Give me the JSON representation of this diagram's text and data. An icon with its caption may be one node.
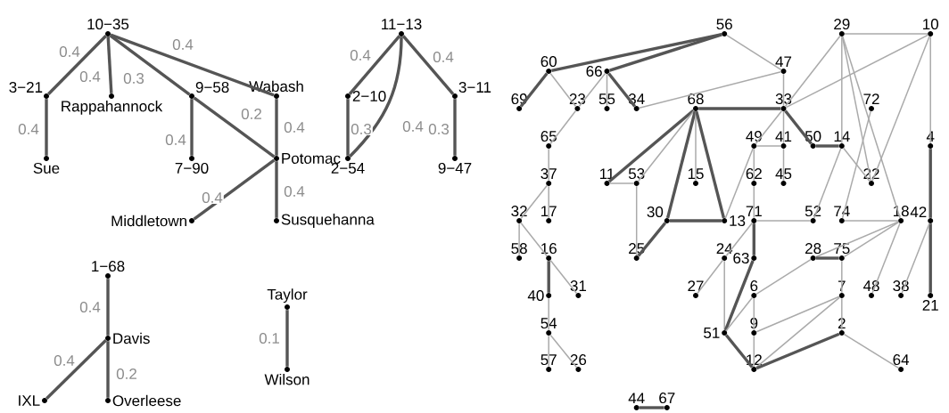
{
  "diagram": {
    "nodes": [
      {
        "text": [
          "10−35"
        ]
      },
      {
        "text": [
          "11−13"
        ]
      },
      {
        "text": [
          "3−21"
        ]
      },
      {
        "text": [
          "Rappahannock"
        ]
      },
      {
        "text": [
          "9−58"
        ]
      },
      {
        "text": [
          "Wabash"
        ]
      },
      {
        "text": [
          "2−10"
        ]
      },
      {
        "text": [
          "3−11"
        ]
      },
      {
        "text": [
          "Sue"
        ]
      },
      {
        "text": [
          "7−90"
        ]
      },
      {
        "text": [
          "Potomac"
        ]
      },
      {
        "text": [
          "2−54"
        ]
      },
      {
        "text": [
          "9−47"
        ]
      },
      {
        "text": [
          "Middletown"
        ]
      },
      {
        "text": [
          "Susquehanna"
        ]
      },
      {
        "text": [
          "1−68"
        ]
      },
      {
        "text": [
          "Taylor"
        ]
      },
      {
        "text": [
          "Davis"
        ]
      },
      {
        "text": [
          "Wilson"
        ]
      },
      {
        "text": [
          "IXL"
        ]
      },
      {
        "text": [
          "Overleese"
        ]
      },
      {
        "text": [
          "56"
        ]
      },
      {
        "text": [
          "29"
        ]
      },
      {
        "text": [
          "10"
        ]
      },
      {
        "text": [
          "60"
        ]
      },
      {
        "text": [
          "66"
        ]
      },
      {
        "text": [
          "47"
        ]
      },
      {
        "text": [
          "69"
        ]
      },
      {
        "text": [
          "23"
        ]
      },
      {
        "text": [
          "55"
        ]
      },
      {
        "text": [
          "34"
        ]
      },
      {
        "text": [
          "68"
        ]
      },
      {
        "text": [
          "33"
        ]
      },
      {
        "text": [
          "72"
        ]
      },
      {
        "text": [
          "65"
        ]
      },
      {
        "text": [
          "49"
        ]
      },
      {
        "text": [
          "41"
        ]
      },
      {
        "text": [
          "50"
        ]
      },
      {
        "text": [
          "14"
        ]
      },
      {
        "text": [
          "4"
        ]
      },
      {
        "text": [
          "37"
        ]
      },
      {
        "text": [
          "11"
        ]
      },
      {
        "text": [
          "53"
        ]
      },
      {
        "text": [
          "15"
        ]
      },
      {
        "text": [
          "62"
        ]
      },
      {
        "text": [
          "45"
        ]
      },
      {
        "text": [
          "22"
        ]
      },
      {
        "text": [
          "32"
        ]
      },
      {
        "text": [
          "17"
        ]
      },
      {
        "text": [
          "30"
        ]
      },
      {
        "text": [
          "13"
        ]
      },
      {
        "text": [
          "71"
        ]
      },
      {
        "text": [
          "52"
        ]
      },
      {
        "text": [
          "74"
        ]
      },
      {
        "text": [
          "18"
        ]
      },
      {
        "text": [
          "42"
        ]
      },
      {
        "text": [
          "58"
        ]
      },
      {
        "text": [
          "16"
        ]
      },
      {
        "text": [
          "25"
        ]
      },
      {
        "text": [
          "24"
        ]
      },
      {
        "text": [
          "63"
        ]
      },
      {
        "text": [
          "28"
        ]
      },
      {
        "text": [
          "75"
        ]
      },
      {
        "text": [
          "40"
        ]
      },
      {
        "text": [
          "31"
        ]
      },
      {
        "text": [
          "27"
        ]
      },
      {
        "text": [
          "6"
        ]
      },
      {
        "text": [
          "7"
        ]
      },
      {
        "text": [
          "48"
        ]
      },
      {
        "text": [
          "38"
        ]
      },
      {
        "text": [
          "21"
        ]
      },
      {
        "text": [
          "54"
        ]
      },
      {
        "text": [
          "51"
        ]
      },
      {
        "text": [
          "9"
        ]
      },
      {
        "text": [
          "2"
        ]
      },
      {
        "text": [
          "57"
        ]
      },
      {
        "text": [
          "26"
        ]
      },
      {
        "text": [
          "12"
        ]
      },
      {
        "text": [
          "64"
        ]
      },
      {
        "text": [
          "44"
        ]
      },
      {
        "text": [
          "67"
        ]
      }
    ],
    "edges": [
      {
        "from": 0,
        "to": 2,
        "arrow": "none",
        "label": "0.4",
        "style": "thick",
        "color": "#555555"
      },
      {
        "from": 0,
        "to": 3,
        "arrow": "none",
        "label": "0.4",
        "style": "thick",
        "color": "#555555"
      },
      {
        "from": 0,
        "to": 4,
        "arrow": "none",
        "label": "0.3",
        "style": "thick",
        "color": "#555555"
      },
      {
        "from": 0,
        "to": 5,
        "arrow": "none",
        "label": "0.4",
        "style": "thick",
        "color": "#555555"
      },
      {
        "from": 4,
        "to": 10,
        "arrow": "none",
        "label": "0.2",
        "style": "thick",
        "color": "#555555"
      },
      {
        "from": 4,
        "to": 9,
        "arrow": "none",
        "label": "0.4",
        "style": "thick",
        "color": "#555555"
      },
      {
        "from": 5,
        "to": 10,
        "arrow": "none",
        "label": "0.4",
        "style": "thick",
        "color": "#555555"
      },
      {
        "from": 2,
        "to": 8,
        "arrow": "none",
        "label": "0.4",
        "style": "thick",
        "color": "#555555"
      },
      {
        "from": 10,
        "to": 13,
        "arrow": "none",
        "label": "0.4",
        "style": "thick",
        "color": "#555555"
      },
      {
        "from": 10,
        "to": 14,
        "arrow": "none",
        "label": "0.4",
        "style": "thick",
        "color": "#555555"
      },
      {
        "from": 1,
        "to": 6,
        "arrow": "none",
        "label": "0.4",
        "style": "thick",
        "color": "#555555"
      },
      {
        "from": 6,
        "to": 11,
        "arrow": "none",
        "label": "0.3",
        "style": "thick",
        "color": "#555555"
      },
      {
        "from": 1,
        "to": 11,
        "arrow": "none",
        "label": "0.4",
        "style": "thick",
        "color": "#555555"
      },
      {
        "from": 1,
        "to": 7,
        "arrow": "none",
        "label": "0.4",
        "style": "thick",
        "color": "#555555"
      },
      {
        "from": 7,
        "to": 12,
        "arrow": "none",
        "label": "0.3",
        "style": "thick",
        "color": "#555555"
      },
      {
        "from": 15,
        "to": 17,
        "arrow": "none",
        "label": "0.4",
        "style": "thick",
        "color": "#555555"
      },
      {
        "from": 17,
        "to": 19,
        "arrow": "none",
        "label": "0.4",
        "style": "thick",
        "color": "#555555"
      },
      {
        "from": 17,
        "to": 20,
        "arrow": "none",
        "label": "0.2",
        "style": "thick",
        "color": "#555555"
      },
      {
        "from": 16,
        "to": 18,
        "arrow": "none",
        "label": "0.1",
        "style": "thick",
        "color": "#555555"
      },
      {
        "from": 21,
        "to": 24,
        "arrow": "none",
        "style": "thick",
        "color": "#555555"
      },
      {
        "from": 21,
        "to": 25,
        "arrow": "none",
        "style": "thick",
        "color": "#555555"
      },
      {
        "from": 21,
        "to": 26,
        "arrow": "none"
      },
      {
        "from": 24,
        "to": 27,
        "arrow": "none",
        "style": "thick",
        "color": "#555555"
      },
      {
        "from": 24,
        "to": 28,
        "arrow": "none"
      },
      {
        "from": 25,
        "to": 28,
        "arrow": "none"
      },
      {
        "from": 28,
        "to": 34,
        "arrow": "none"
      },
      {
        "from": 25,
        "to": 29,
        "arrow": "none"
      },
      {
        "from": 25,
        "to": 30,
        "arrow": "none",
        "style": "thick",
        "color": "#555555"
      },
      {
        "from": 30,
        "to": 26,
        "arrow": "none"
      },
      {
        "from": 26,
        "to": 32,
        "arrow": "none"
      },
      {
        "from": 31,
        "to": 32,
        "arrow": "none",
        "style": "thick",
        "color": "#555555"
      },
      {
        "from": 31,
        "to": 41,
        "arrow": "none",
        "style": "thick",
        "color": "#555555"
      },
      {
        "from": 31,
        "to": 42,
        "arrow": "none"
      },
      {
        "from": 31,
        "to": 49,
        "arrow": "none",
        "style": "thick",
        "color": "#555555"
      },
      {
        "from": 31,
        "to": 43,
        "arrow": "none"
      },
      {
        "from": 31,
        "to": 50,
        "arrow": "none",
        "style": "thick",
        "color": "#555555"
      },
      {
        "from": 41,
        "to": 42,
        "arrow": "none"
      },
      {
        "from": 42,
        "to": 58,
        "arrow": "none"
      },
      {
        "from": 49,
        "to": 58,
        "arrow": "none",
        "style": "thick",
        "color": "#555555"
      },
      {
        "from": 49,
        "to": 50,
        "arrow": "none",
        "style": "thick",
        "color": "#555555"
      },
      {
        "from": 35,
        "to": 50,
        "arrow": "none"
      },
      {
        "from": 34,
        "to": 40,
        "arrow": "none"
      },
      {
        "from": 40,
        "to": 47,
        "arrow": "none"
      },
      {
        "from": 40,
        "to": 48,
        "arrow": "none"
      },
      {
        "from": 47,
        "to": 56,
        "arrow": "none"
      },
      {
        "from": 47,
        "to": 57,
        "arrow": "none"
      },
      {
        "from": 57,
        "to": 64,
        "arrow": "none"
      },
      {
        "from": 57,
        "to": 63,
        "arrow": "none",
        "style": "thick",
        "color": "#555555"
      },
      {
        "from": 63,
        "to": 71,
        "arrow": "none"
      },
      {
        "from": 71,
        "to": 75,
        "arrow": "none"
      },
      {
        "from": 71,
        "to": 76,
        "arrow": "none"
      },
      {
        "from": 79,
        "to": 80,
        "arrow": "none",
        "style": "thick",
        "color": "#555555"
      },
      {
        "from": 22,
        "to": 23,
        "arrow": "none"
      },
      {
        "from": 22,
        "to": 32,
        "arrow": "none"
      },
      {
        "from": 22,
        "to": 38,
        "arrow": "none"
      },
      {
        "from": 22,
        "to": 46,
        "arrow": "none"
      },
      {
        "from": 22,
        "to": 54,
        "arrow": "none"
      },
      {
        "from": 23,
        "to": 32,
        "arrow": "none"
      },
      {
        "from": 23,
        "to": 46,
        "arrow": "none"
      },
      {
        "from": 23,
        "to": 39,
        "arrow": "none"
      },
      {
        "from": 32,
        "to": 35,
        "arrow": "none"
      },
      {
        "from": 32,
        "to": 36,
        "arrow": "none"
      },
      {
        "from": 32,
        "to": 37,
        "arrow": "none",
        "style": "thick",
        "color": "#555555"
      },
      {
        "from": 37,
        "to": 38,
        "arrow": "none",
        "style": "thick",
        "color": "#555555"
      },
      {
        "from": 35,
        "to": 36,
        "arrow": "none"
      },
      {
        "from": 35,
        "to": 44,
        "arrow": "none"
      },
      {
        "from": 36,
        "to": 45,
        "arrow": "none"
      },
      {
        "from": 38,
        "to": 52,
        "arrow": "none"
      },
      {
        "from": 38,
        "to": 46,
        "arrow": "none"
      },
      {
        "from": 33,
        "to": 53,
        "arrow": "none"
      },
      {
        "from": 44,
        "to": 51,
        "arrow": "none"
      },
      {
        "from": 51,
        "to": 52,
        "arrow": "none"
      },
      {
        "from": 51,
        "to": 60,
        "arrow": "none",
        "style": "thick",
        "color": "#555555"
      },
      {
        "from": 51,
        "to": 59,
        "arrow": "none"
      },
      {
        "from": 53,
        "to": 54,
        "arrow": "none"
      },
      {
        "from": 54,
        "to": 61,
        "arrow": "none"
      },
      {
        "from": 54,
        "to": 62,
        "arrow": "none"
      },
      {
        "from": 54,
        "to": 68,
        "arrow": "none"
      },
      {
        "from": 61,
        "to": 62,
        "arrow": "none",
        "style": "thick",
        "color": "#555555"
      },
      {
        "from": 61,
        "to": 66,
        "arrow": "none"
      },
      {
        "from": 62,
        "to": 67,
        "arrow": "none"
      },
      {
        "from": 55,
        "to": 39,
        "arrow": "none",
        "style": "thick",
        "color": "#555555"
      },
      {
        "from": 55,
        "to": 70,
        "arrow": "none",
        "style": "thick",
        "color": "#555555"
      },
      {
        "from": 55,
        "to": 69,
        "arrow": "none"
      },
      {
        "from": 59,
        "to": 65,
        "arrow": "none"
      },
      {
        "from": 59,
        "to": 72,
        "arrow": "none"
      },
      {
        "from": 60,
        "to": 72,
        "arrow": "none",
        "style": "thick",
        "color": "#555555"
      },
      {
        "from": 66,
        "to": 72,
        "arrow": "none"
      },
      {
        "from": 66,
        "to": 73,
        "arrow": "none"
      },
      {
        "from": 67,
        "to": 73,
        "arrow": "none"
      },
      {
        "from": 67,
        "to": 77,
        "arrow": "none"
      },
      {
        "from": 67,
        "to": 74,
        "arrow": "none"
      },
      {
        "from": 73,
        "to": 77,
        "arrow": "none"
      },
      {
        "from": 72,
        "to": 77,
        "arrow": "none",
        "style": "thick",
        "color": "#555555"
      },
      {
        "from": 74,
        "to": 77,
        "arrow": "none",
        "style": "thick",
        "color": "#555555"
      },
      {
        "from": 74,
        "to": 78,
        "arrow": "none"
      }
    ]
  }
}
